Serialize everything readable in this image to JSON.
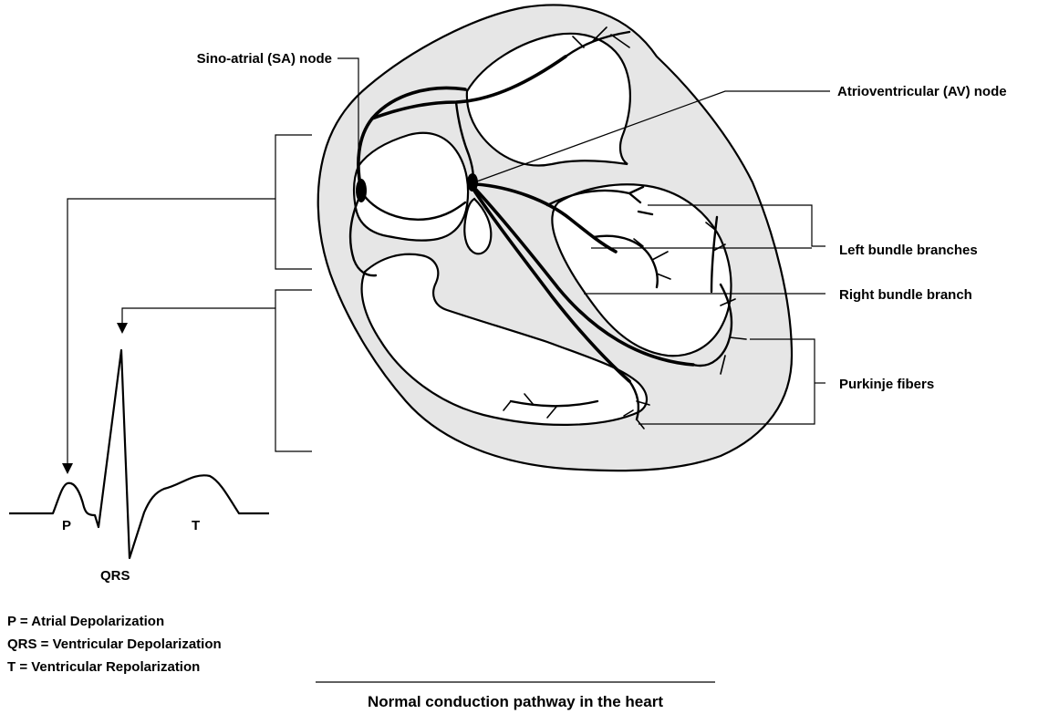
{
  "labels": {
    "sa_node": "Sino-atrial (SA) node",
    "av_node": "Atrioventricular (AV) node",
    "left_bundle": "Left bundle branches",
    "right_bundle": "Right bundle branch",
    "purkinje": "Purkinje fibers"
  },
  "waveform": {
    "p": "P",
    "qrs": "QRS",
    "t": "T"
  },
  "legend": [
    "P = Atrial Depolarization",
    "QRS = Ventricular Depolarization",
    "T = Ventricular Repolarization"
  ],
  "caption": "Normal conduction pathway in the heart",
  "colors": {
    "heart_wall": "#e6e6e6",
    "ink": "#000000",
    "chamber": "#ffffff"
  }
}
